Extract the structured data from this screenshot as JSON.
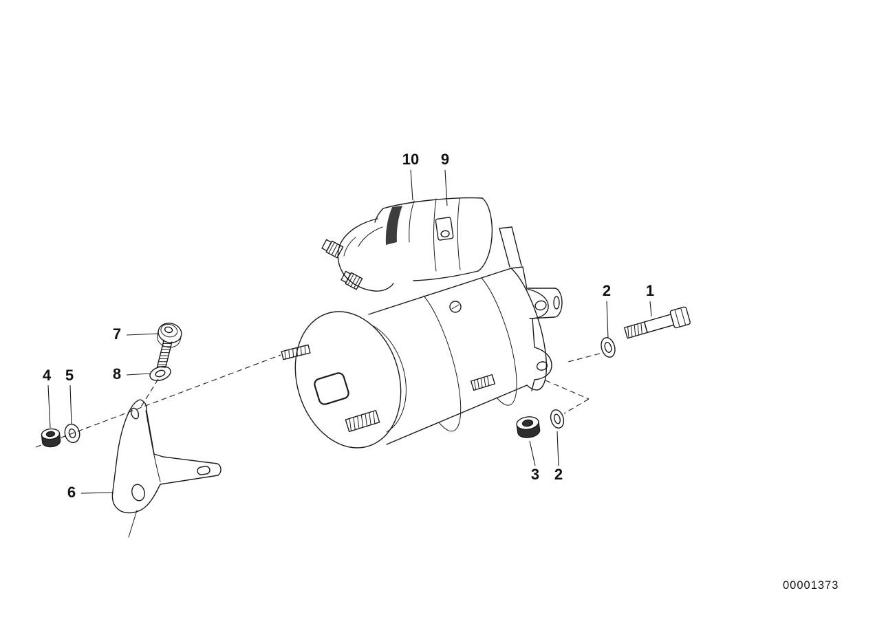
{
  "diagram": {
    "type": "exploded-parts-diagram",
    "subject": "starter-motor-mounting",
    "drawing_number": "00001373",
    "colors": {
      "line": "#1a1a1a",
      "background": "#ffffff"
    },
    "callouts": [
      {
        "label": "10"
      },
      {
        "label": "9"
      },
      {
        "label": "2"
      },
      {
        "label": "1"
      },
      {
        "label": "7"
      },
      {
        "label": "8"
      },
      {
        "label": "4"
      },
      {
        "label": "5"
      },
      {
        "label": "6"
      },
      {
        "label": "3"
      },
      {
        "label": "2"
      }
    ]
  }
}
